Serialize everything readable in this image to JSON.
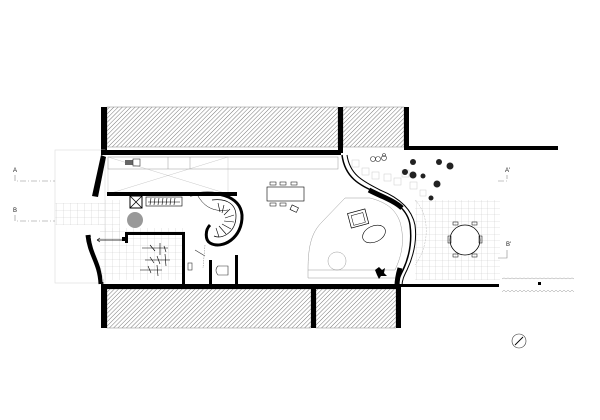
{
  "drawing": {
    "type": "architectural floor plan",
    "section_markers": [
      {
        "id": "A",
        "label": "A",
        "side": "left"
      },
      {
        "id": "B",
        "label": "B",
        "side": "left"
      },
      {
        "id": "A2",
        "label": "A'",
        "side": "right"
      },
      {
        "id": "B2",
        "label": "B'",
        "side": "right"
      }
    ],
    "north_arrow": {
      "icon": "north-arrow-icon"
    },
    "colors": {
      "wall": "#000000",
      "hatch": "#555555",
      "grid": "#cccccc",
      "furniture": "#333333",
      "circle_fill": "#999999"
    }
  }
}
